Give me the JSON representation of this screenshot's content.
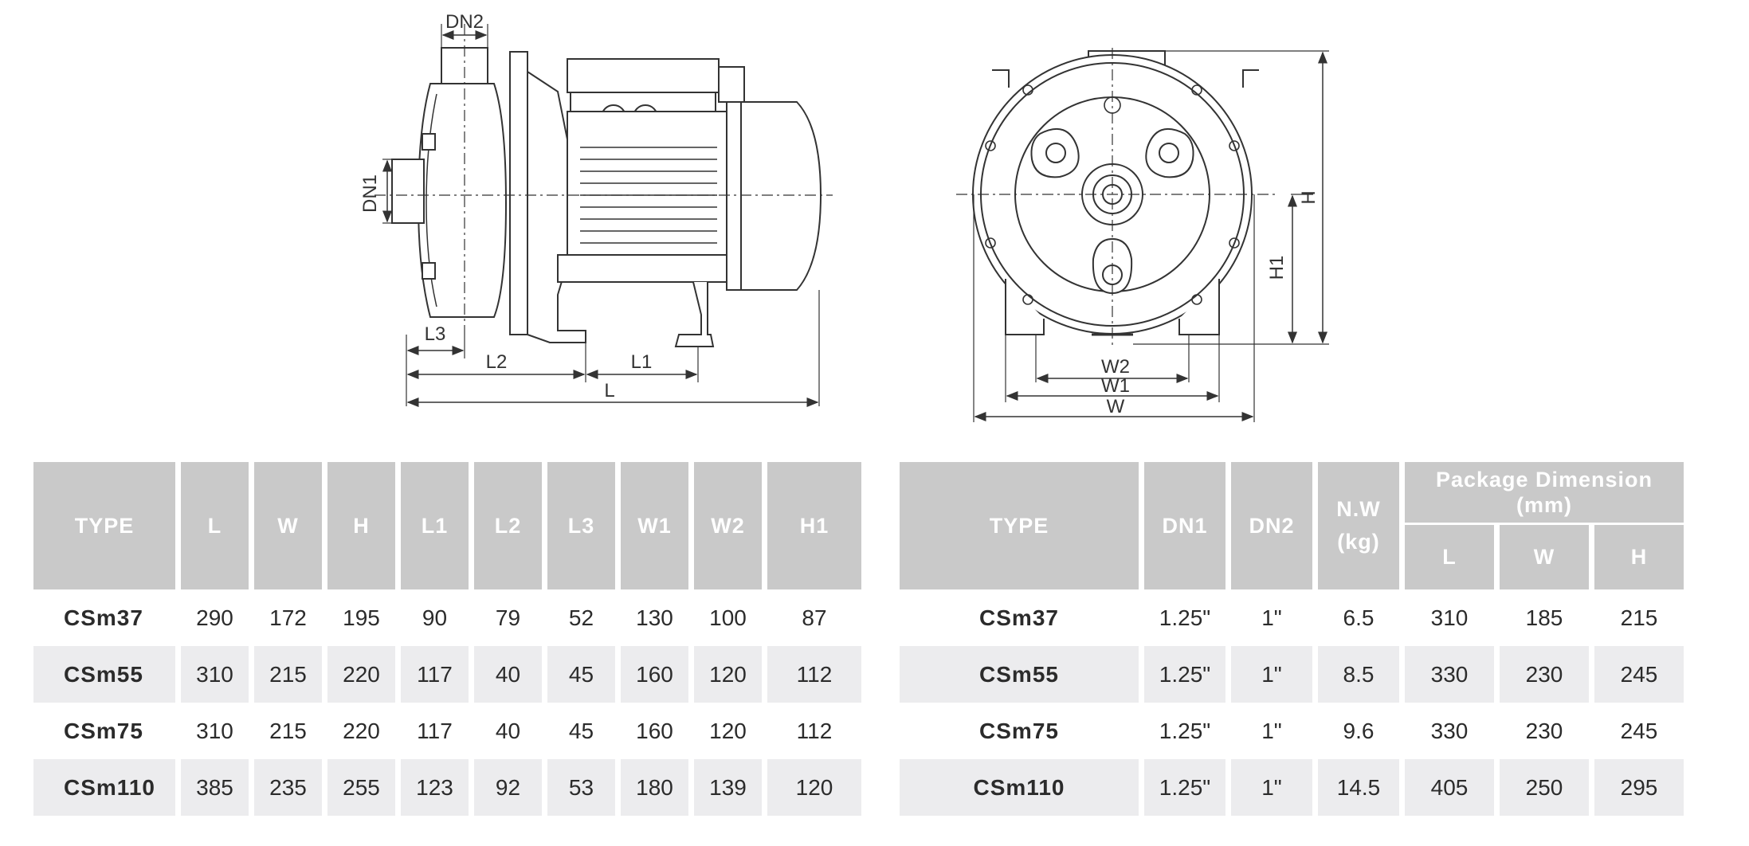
{
  "drawing": {
    "side_labels": {
      "dn2": "DN2",
      "dn1": "DN1",
      "l3": "L3",
      "l2": "L2",
      "l1": "L1",
      "l": "L"
    },
    "front_labels": {
      "h": "H",
      "h1": "H1",
      "w2": "W2",
      "w1": "W1",
      "w": "W"
    }
  },
  "table_dimensions": {
    "headers": [
      "TYPE",
      "L",
      "W",
      "H",
      "L1",
      "L2",
      "L3",
      "W1",
      "W2",
      "H1"
    ],
    "rows": [
      {
        "type": "CSm37",
        "values": [
          "290",
          "172",
          "195",
          "90",
          "79",
          "52",
          "130",
          "100",
          "87"
        ]
      },
      {
        "type": "CSm55",
        "values": [
          "310",
          "215",
          "220",
          "117",
          "40",
          "45",
          "160",
          "120",
          "112"
        ]
      },
      {
        "type": "CSm75",
        "values": [
          "310",
          "215",
          "220",
          "117",
          "40",
          "45",
          "160",
          "120",
          "112"
        ]
      },
      {
        "type": "CSm110",
        "values": [
          "385",
          "235",
          "255",
          "123",
          "92",
          "53",
          "180",
          "139",
          "120"
        ]
      }
    ]
  },
  "table_package": {
    "type_header": "TYPE",
    "dn1_header": "DN1",
    "dn2_header": "DN2",
    "nw_header": "N.W",
    "nw_unit": "(kg)",
    "package_header": "Package Dimension",
    "package_unit": "(mm)",
    "sub_headers": [
      "L",
      "W",
      "H"
    ],
    "rows": [
      {
        "type": "CSm37",
        "dn1": "1.25\"",
        "dn2": "1\"",
        "nw": "6.5",
        "pkg": [
          "310",
          "185",
          "215"
        ]
      },
      {
        "type": "CSm55",
        "dn1": "1.25\"",
        "dn2": "1\"",
        "nw": "8.5",
        "pkg": [
          "330",
          "230",
          "245"
        ]
      },
      {
        "type": "CSm75",
        "dn1": "1.25\"",
        "dn2": "1\"",
        "nw": "9.6",
        "pkg": [
          "330",
          "230",
          "245"
        ]
      },
      {
        "type": "CSm110",
        "dn1": "1.25\"",
        "dn2": "1\"",
        "nw": "14.5",
        "pkg": [
          "405",
          "250",
          "295"
        ]
      }
    ]
  }
}
